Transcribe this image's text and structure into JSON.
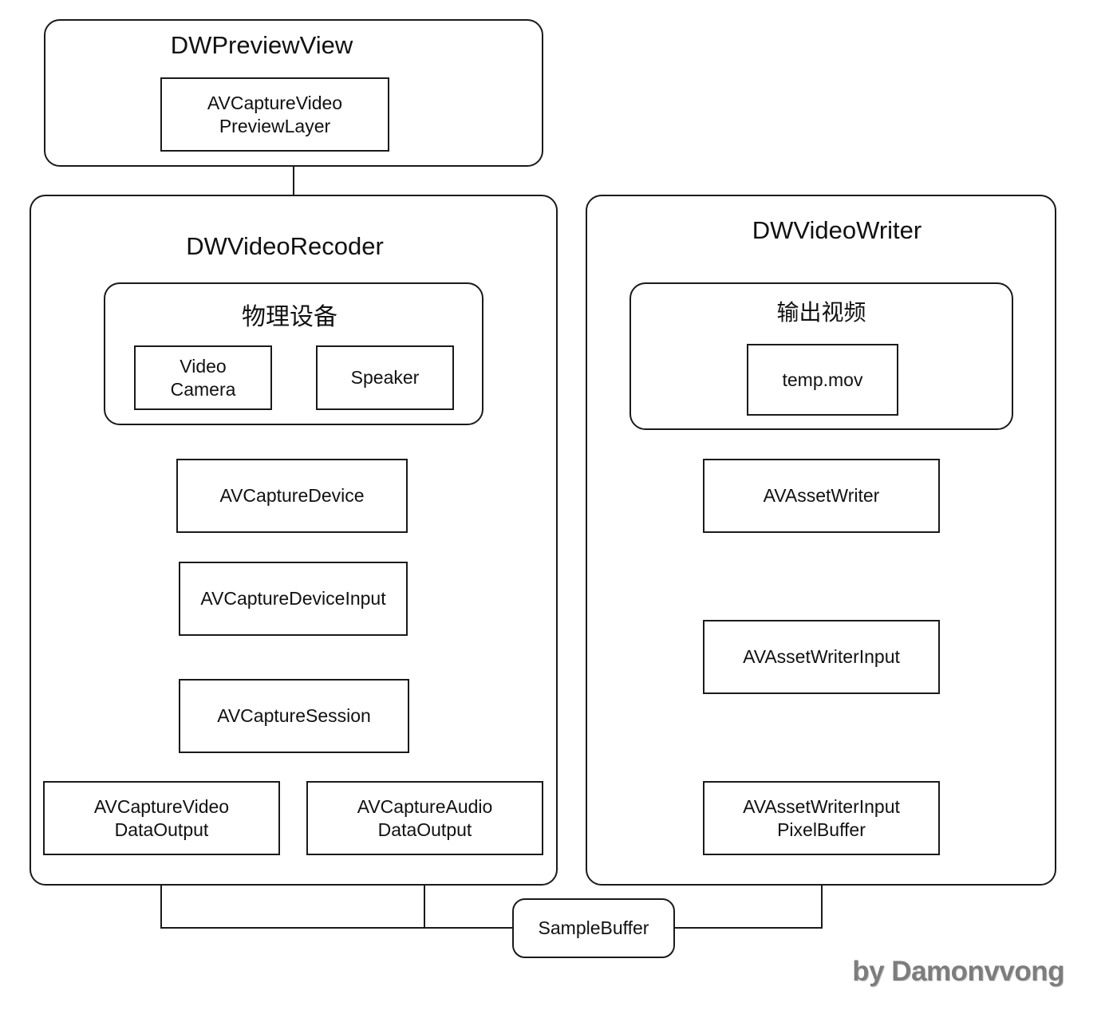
{
  "preview_view": {
    "title": "DWPreviewView",
    "layer": "AVCaptureVideo\nPreviewLayer"
  },
  "recorder": {
    "title": "DWVideoRecoder",
    "physical_devices": {
      "title": "物理设备",
      "video_camera": "Video\nCamera",
      "speaker": "Speaker"
    },
    "capture_device": "AVCaptureDevice",
    "capture_device_input": "AVCaptureDeviceInput",
    "capture_session": "AVCaptureSession",
    "video_data_output": "AVCaptureVideo\nDataOutput",
    "audio_data_output": "AVCaptureAudio\nDataOutput"
  },
  "writer": {
    "title": "DWVideoWriter",
    "output_video": {
      "title": "输出视频",
      "file": "temp.mov"
    },
    "asset_writer": "AVAssetWriter",
    "asset_writer_input": "AVAssetWriterInput",
    "asset_writer_input_pixel_buffer": "AVAssetWriterInput\nPixelBuffer"
  },
  "sample_buffer": "SampleBuffer",
  "watermark": "by Damonvvong"
}
